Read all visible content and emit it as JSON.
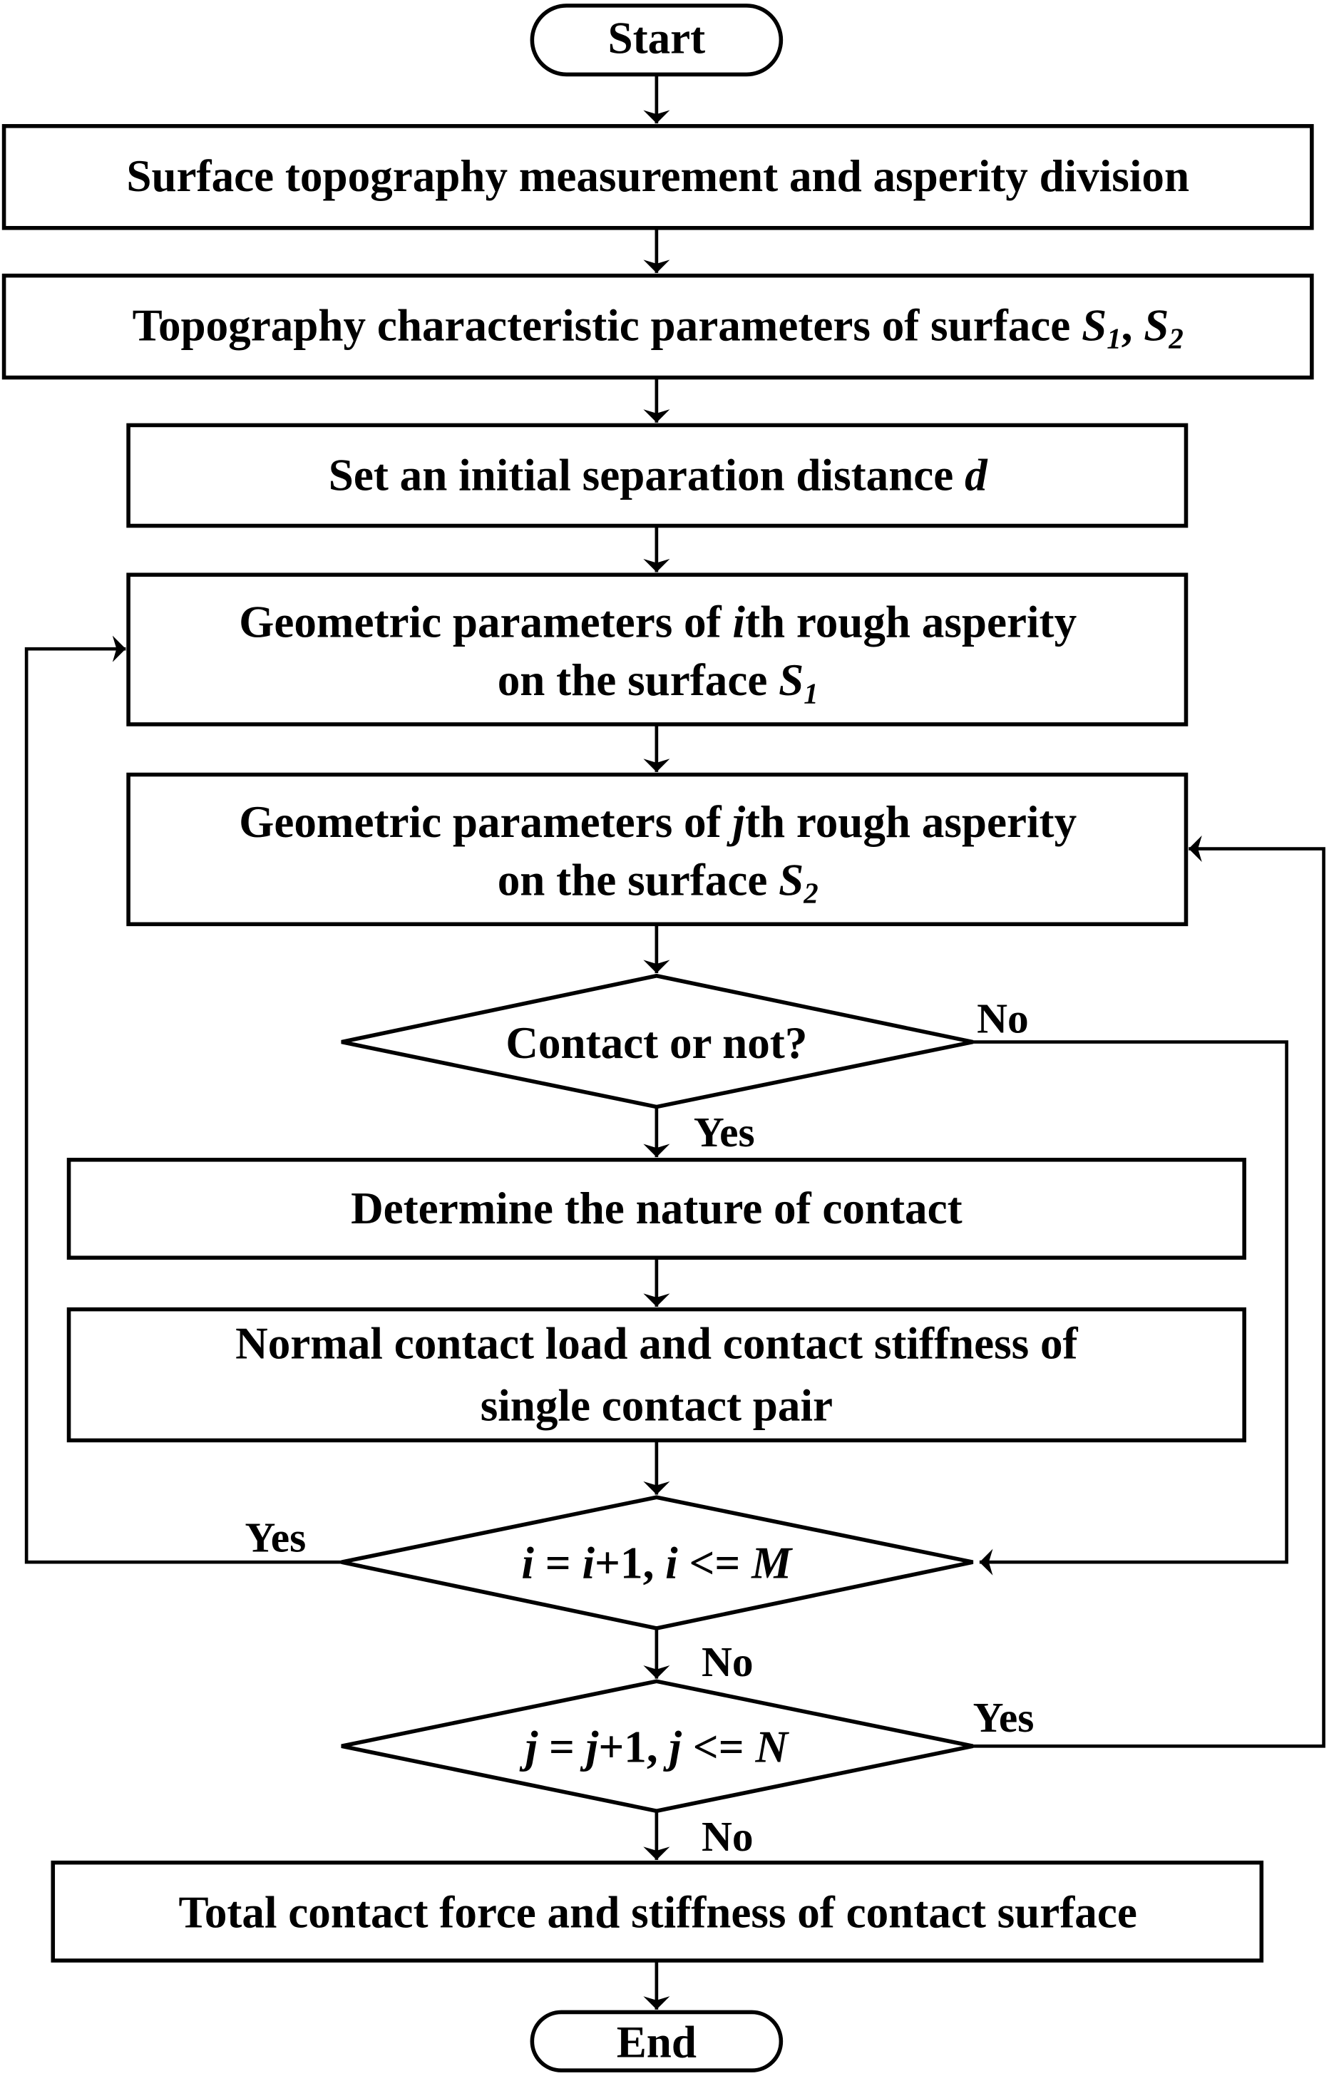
{
  "title": "Contact force and stiffness calculation flowchart",
  "nodes": {
    "start": "Start",
    "step1": "Surface topography  measurement and asperity division",
    "step2": {
      "text": "Topography characteristic parameters of surface ",
      "s1": "S",
      "s1sub": "1",
      "sep": ", ",
      "s2": "S",
      "s2sub": "2"
    },
    "step3": {
      "text": "Set an initial separation distance ",
      "var": "d"
    },
    "step4": {
      "line1a": "Geometric parameters of ",
      "var": "i",
      "line1b": "th rough asperity",
      "line2": "on the surface ",
      "s": "S",
      "sub": "1"
    },
    "step5": {
      "line1a": "Geometric parameters of ",
      "var": "j",
      "line1b": "th rough asperity",
      "line2": "on the surface ",
      "s": "S",
      "sub": "2"
    },
    "decision1": "Contact or not?",
    "step6": "Determine the nature of contact",
    "step7": {
      "line1": "Normal contact load and contact stiffness of",
      "line2": "single  contact pair"
    },
    "decision2": {
      "v1": "i",
      "eq": " = ",
      "v2": "i",
      "inc": "+1,  ",
      "v3": "i",
      "le": " <= ",
      "lim": "M"
    },
    "decision3": {
      "v1": "j",
      "eq": " = ",
      "v2": "j",
      "inc": "+1,  ",
      "v3": "j",
      "le": " <= ",
      "lim": "N"
    },
    "step8": "Total contact force and stiffness of  contact surface",
    "end": "End"
  },
  "edge_labels": {
    "d1_no": "No",
    "d1_yes": "Yes",
    "d2_yes": "Yes",
    "d2_no": "No",
    "d3_yes": "Yes",
    "d3_no": "No"
  }
}
